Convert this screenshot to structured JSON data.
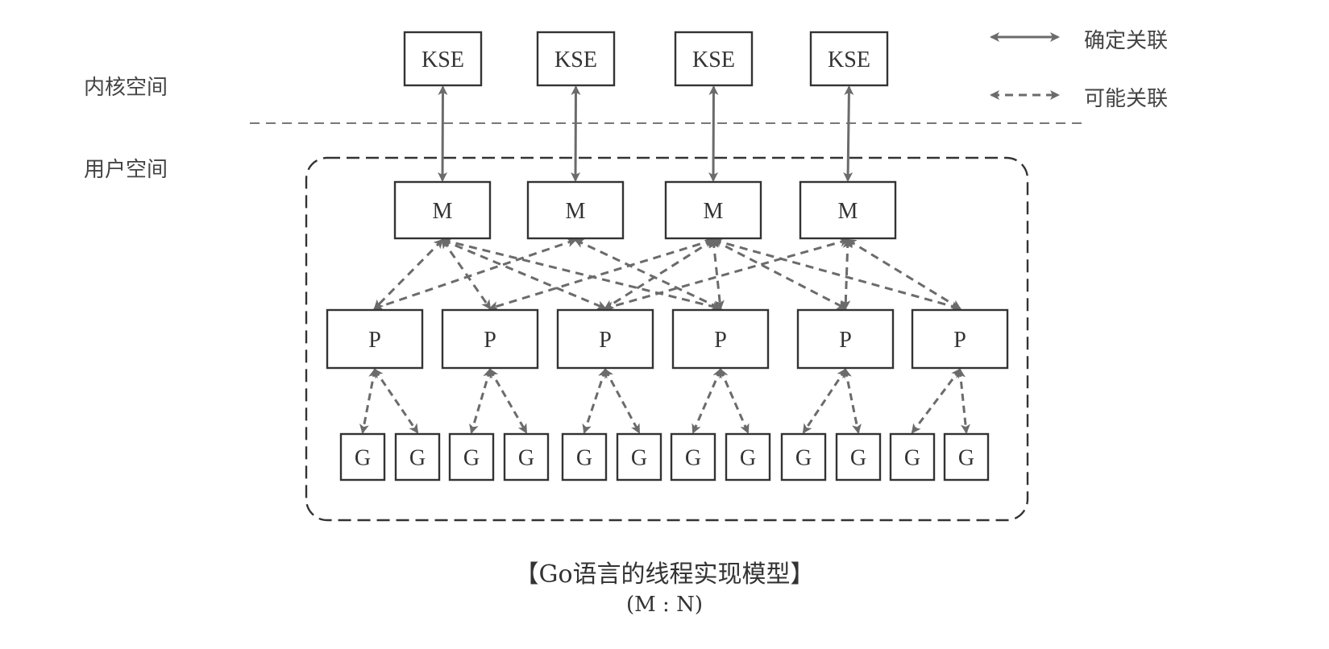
{
  "regions": {
    "kernel_label": "内核空间",
    "user_label": "用户空间"
  },
  "legend": {
    "solid_label": "确定关联",
    "dashed_label": "可能关联"
  },
  "nodes": {
    "kse": [
      "KSE",
      "KSE",
      "KSE",
      "KSE"
    ],
    "m": [
      "M",
      "M",
      "M",
      "M"
    ],
    "p": [
      "P",
      "P",
      "P",
      "P",
      "P",
      "P"
    ],
    "g": [
      "G",
      "G",
      "G",
      "G",
      "G",
      "G",
      "G",
      "G",
      "G",
      "G",
      "G",
      "G"
    ]
  },
  "edges": {
    "kse_m": [
      [
        0,
        0
      ],
      [
        1,
        1
      ],
      [
        2,
        2
      ],
      [
        3,
        3
      ]
    ],
    "m_p": [
      [
        0,
        0
      ],
      [
        0,
        1
      ],
      [
        0,
        2
      ],
      [
        0,
        3
      ],
      [
        1,
        0
      ],
      [
        1,
        3
      ],
      [
        2,
        1
      ],
      [
        2,
        2
      ],
      [
        2,
        3
      ],
      [
        2,
        4
      ],
      [
        2,
        5
      ],
      [
        3,
        2
      ],
      [
        3,
        4
      ],
      [
        3,
        5
      ]
    ],
    "p_g": [
      [
        0,
        0
      ],
      [
        0,
        1
      ],
      [
        1,
        2
      ],
      [
        1,
        3
      ],
      [
        2,
        4
      ],
      [
        2,
        5
      ],
      [
        3,
        6
      ],
      [
        3,
        7
      ],
      [
        4,
        8
      ],
      [
        4,
        9
      ],
      [
        5,
        10
      ],
      [
        5,
        11
      ]
    ]
  },
  "caption": {
    "title": "【Go语言的线程实现模型】",
    "subtitle": "(M : N)"
  },
  "colors": {
    "line": "#6b6b6b",
    "box": "#333333"
  }
}
